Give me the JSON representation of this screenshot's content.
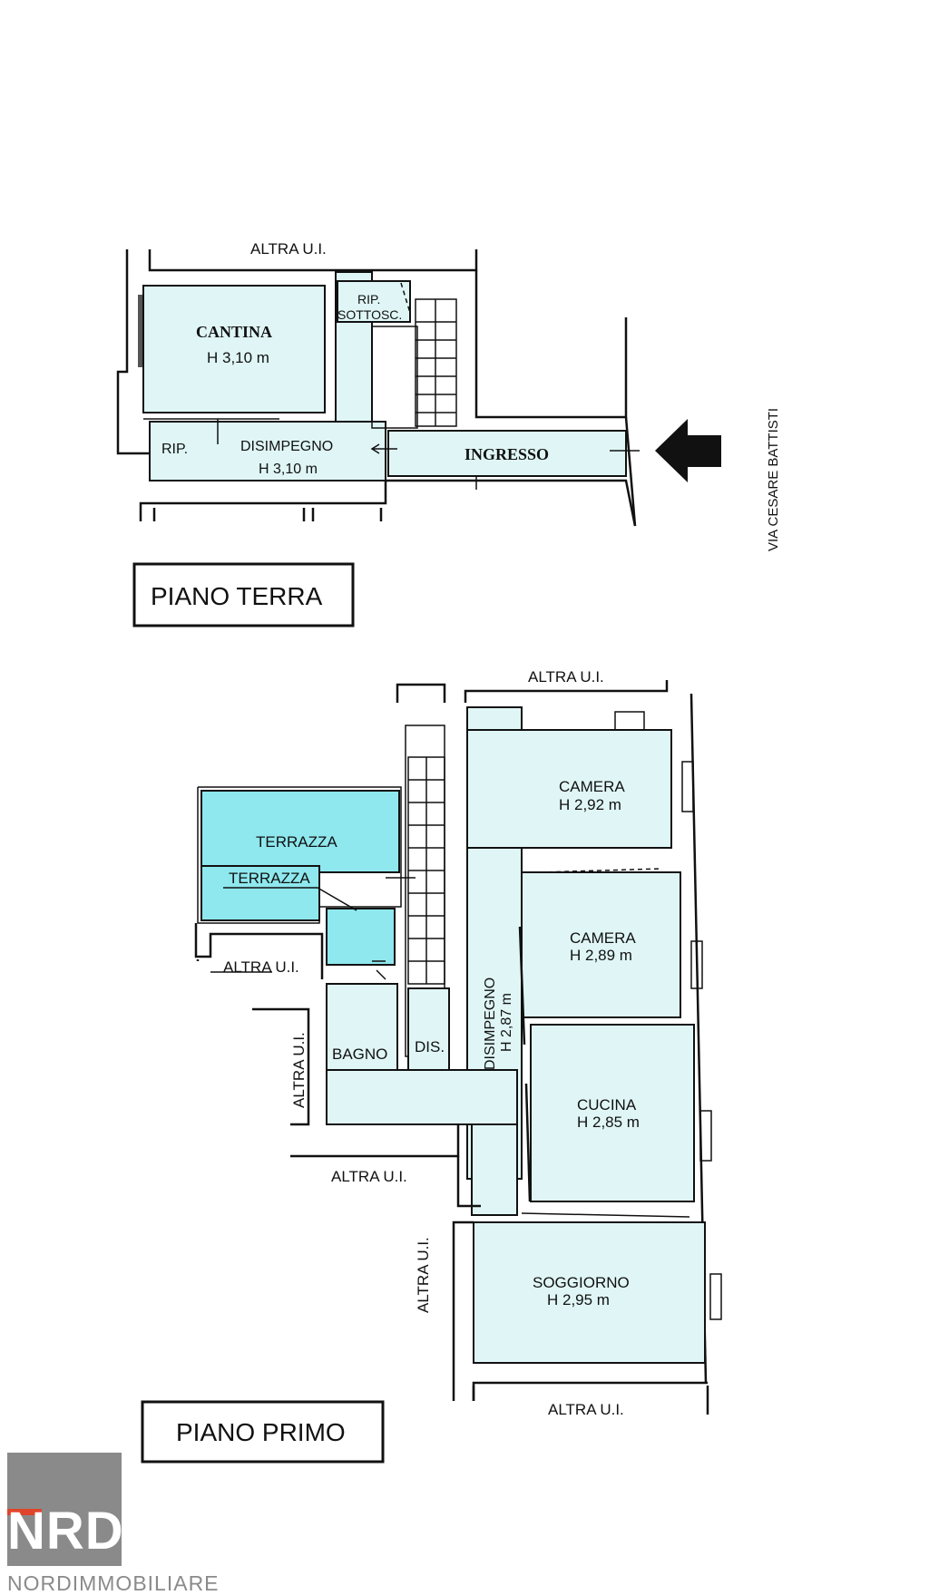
{
  "ground_floor": {
    "title": "PIANO TERRA",
    "altra_top": "ALTRA U.I.",
    "cantina": "CANTINA",
    "cantina_h": "H 3,10 m",
    "rip_sottosc_1": "RIP.",
    "rip_sottosc_2": "SOTTOSC.",
    "rip": "RIP.",
    "disimpegno": "DISIMPEGNO",
    "disimpegno_h": "H 3,10 m",
    "ingresso": "INGRESSO",
    "street": "VIA CESARE BATTISTI"
  },
  "first_floor": {
    "title": "PIANO PRIMO",
    "altra_top": "ALTRA U.I.",
    "terrazza_1": "TERRAZZA",
    "terrazza_2": "TERRAZZA",
    "altra_left": "ALTRA U.I.",
    "altra_left_v": "ALTRA U.I.",
    "bagno": "BAGNO",
    "dis": "DIS.",
    "disimpegno": "DISIMPEGNO",
    "disimpegno_h": "H 2,87 m",
    "camera_1": "CAMERA",
    "camera_1_h": "H 2,92 m",
    "camera_2": "CAMERA",
    "camera_2_h": "H 2,89 m",
    "cucina": "CUCINA",
    "cucina_h": "H 2,85 m",
    "soggiorno": "SOGGIORNO",
    "soggiorno_h": "H 2,95 m",
    "altra_mid": "ALTRA U.I.",
    "altra_mid_v": "ALTRA U.I.",
    "altra_bottom": "ALTRA U.I."
  },
  "logo": {
    "mark": "NRD",
    "name": "NORDIMMOBILIARE",
    "accent": "#e0442a",
    "grey": "#8a8a8a"
  },
  "colors": {
    "room_fill": "#e0f6f6",
    "terrace_fill": "#8ee8ee"
  }
}
